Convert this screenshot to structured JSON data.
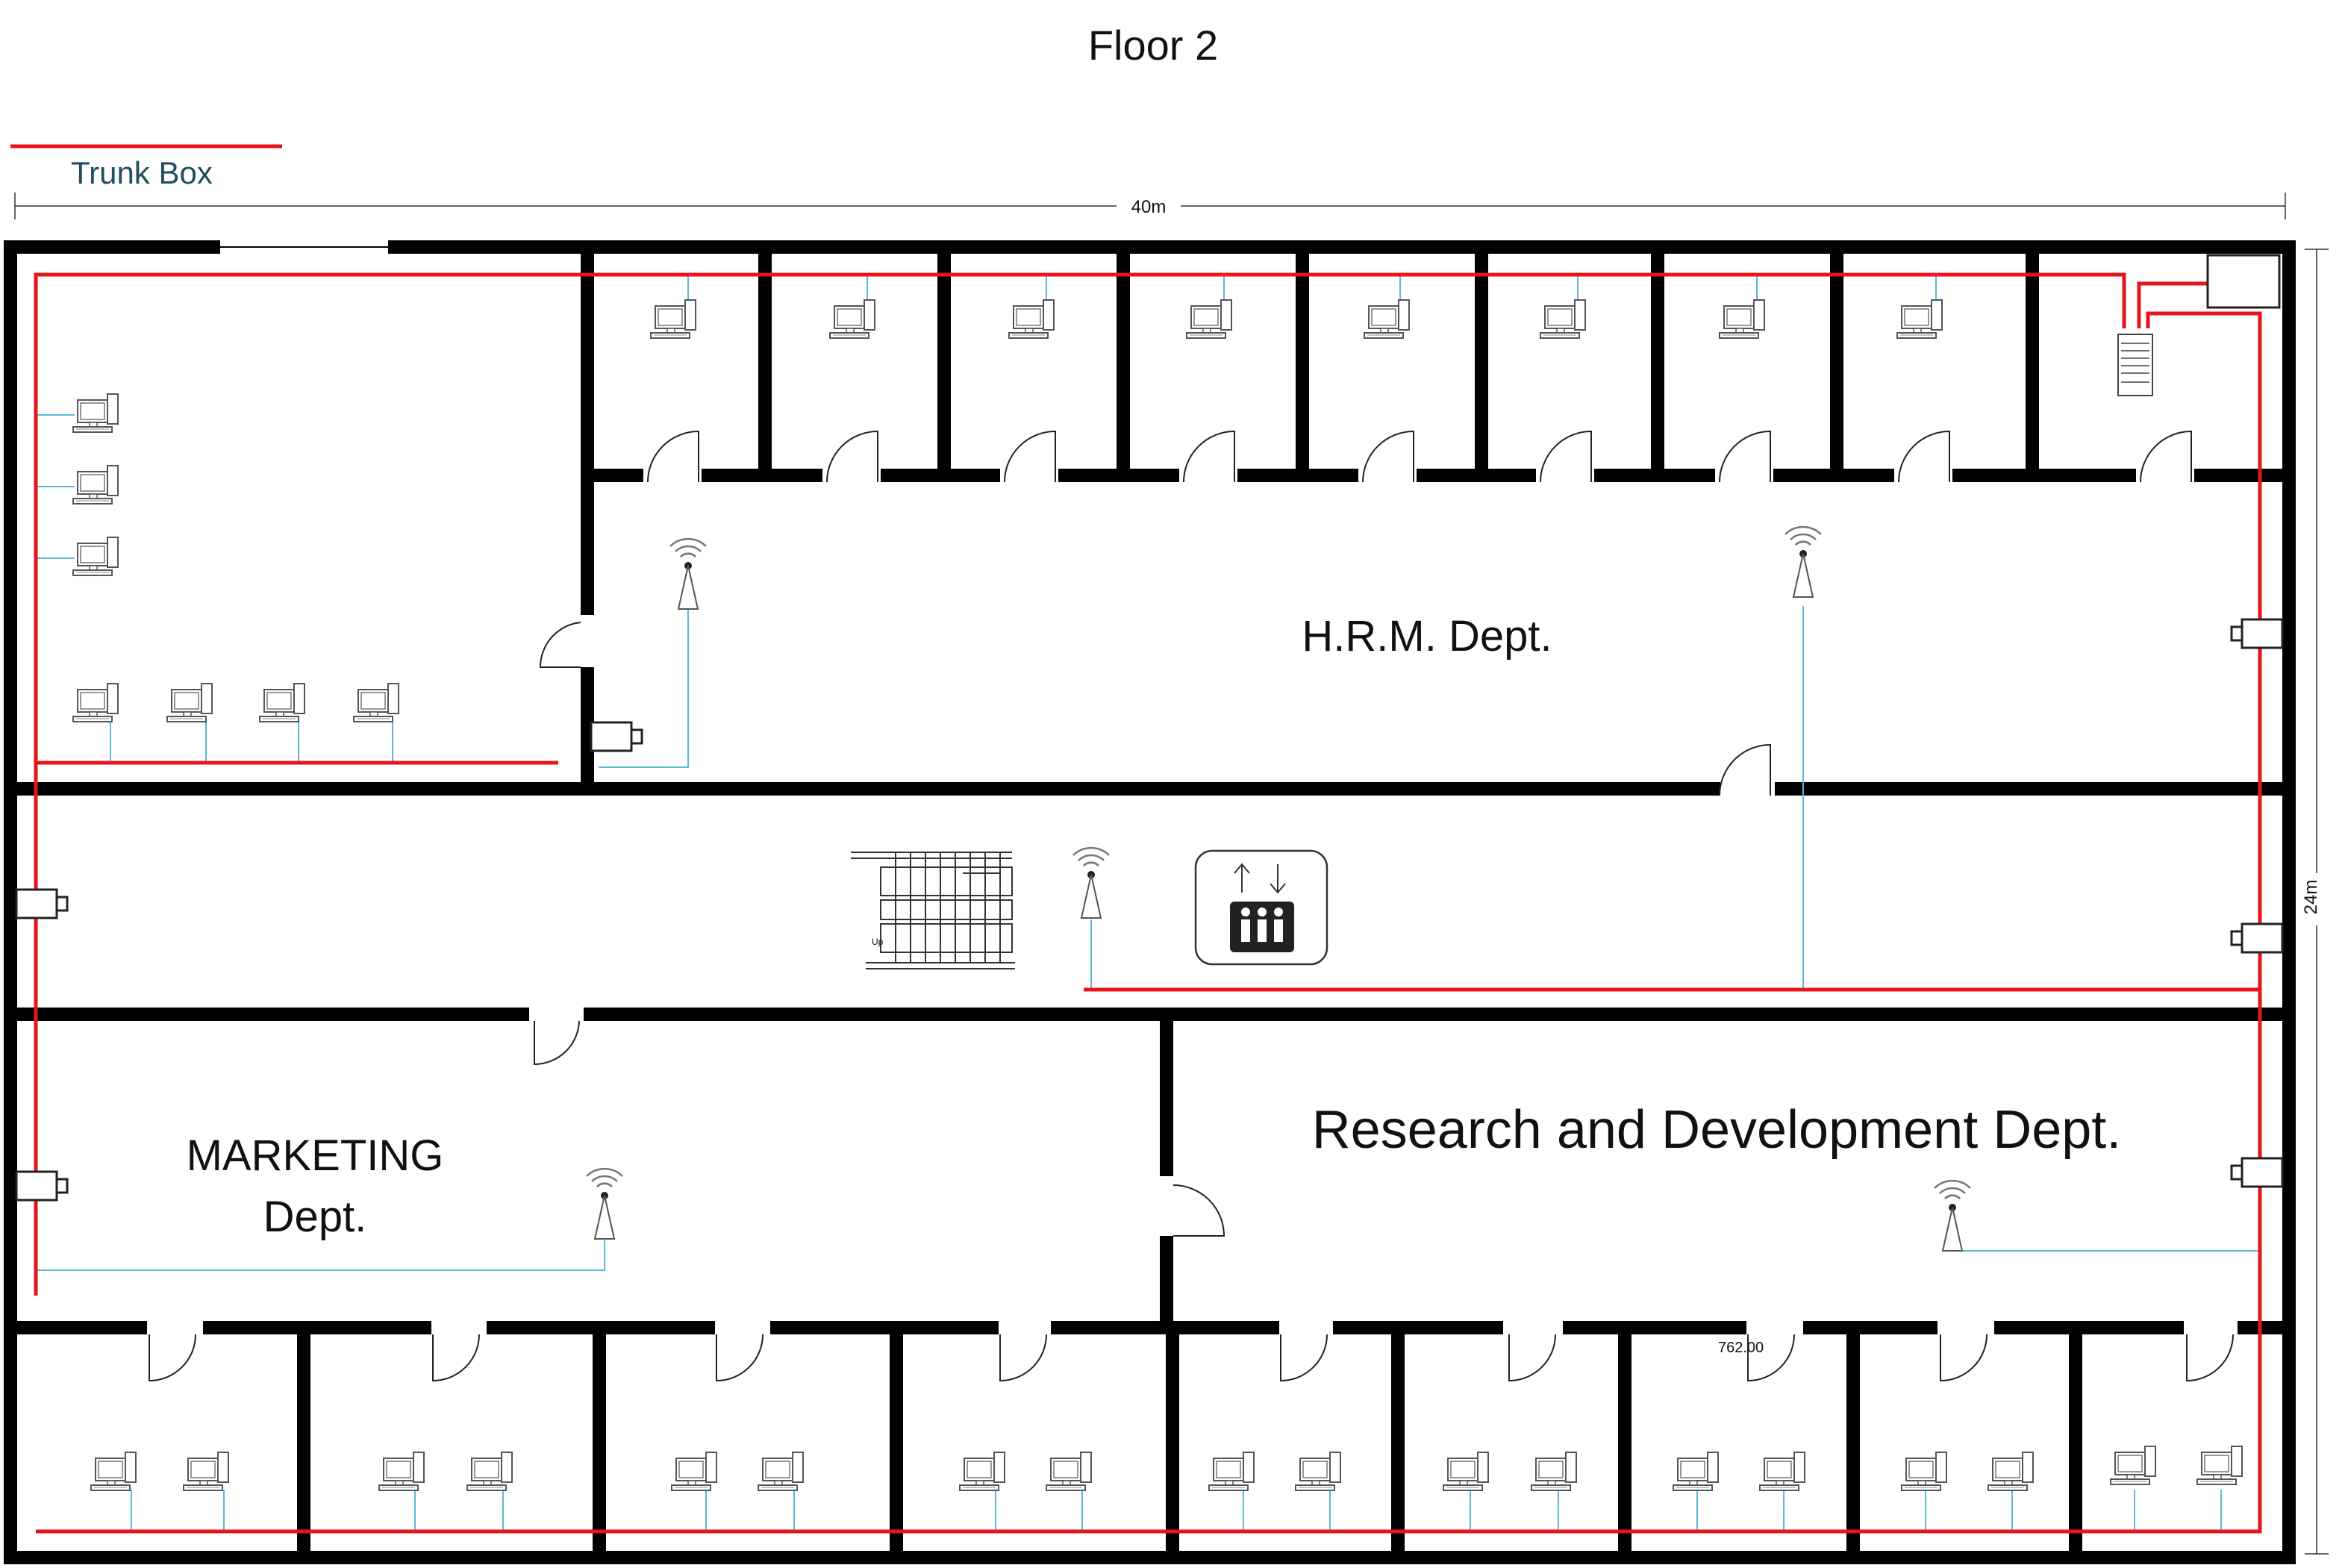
{
  "title": "Floor 2",
  "legend": {
    "line_label": "Trunk Box",
    "line_color": "#e8141c"
  },
  "dimensions": {
    "width_label": "40m",
    "height_label": "24m"
  },
  "rooms": {
    "hrm": "H.R.M.  Dept.",
    "marketing_line1": "MARKETING",
    "marketing_line2": "Dept.",
    "rnd": "Research and Development Dept."
  },
  "annotations": {
    "value_label": "762.00",
    "stair_label": "Up"
  },
  "colors": {
    "wall": "#000000",
    "trunk": "#e8141c",
    "network": "#5bb8d8",
    "device": "#555555"
  },
  "icons": [
    "computer-icon",
    "wifi-antenna-icon",
    "security-camera-icon",
    "server-rack-icon",
    "elevator-icon",
    "staircase-icon",
    "door-swing-icon"
  ]
}
